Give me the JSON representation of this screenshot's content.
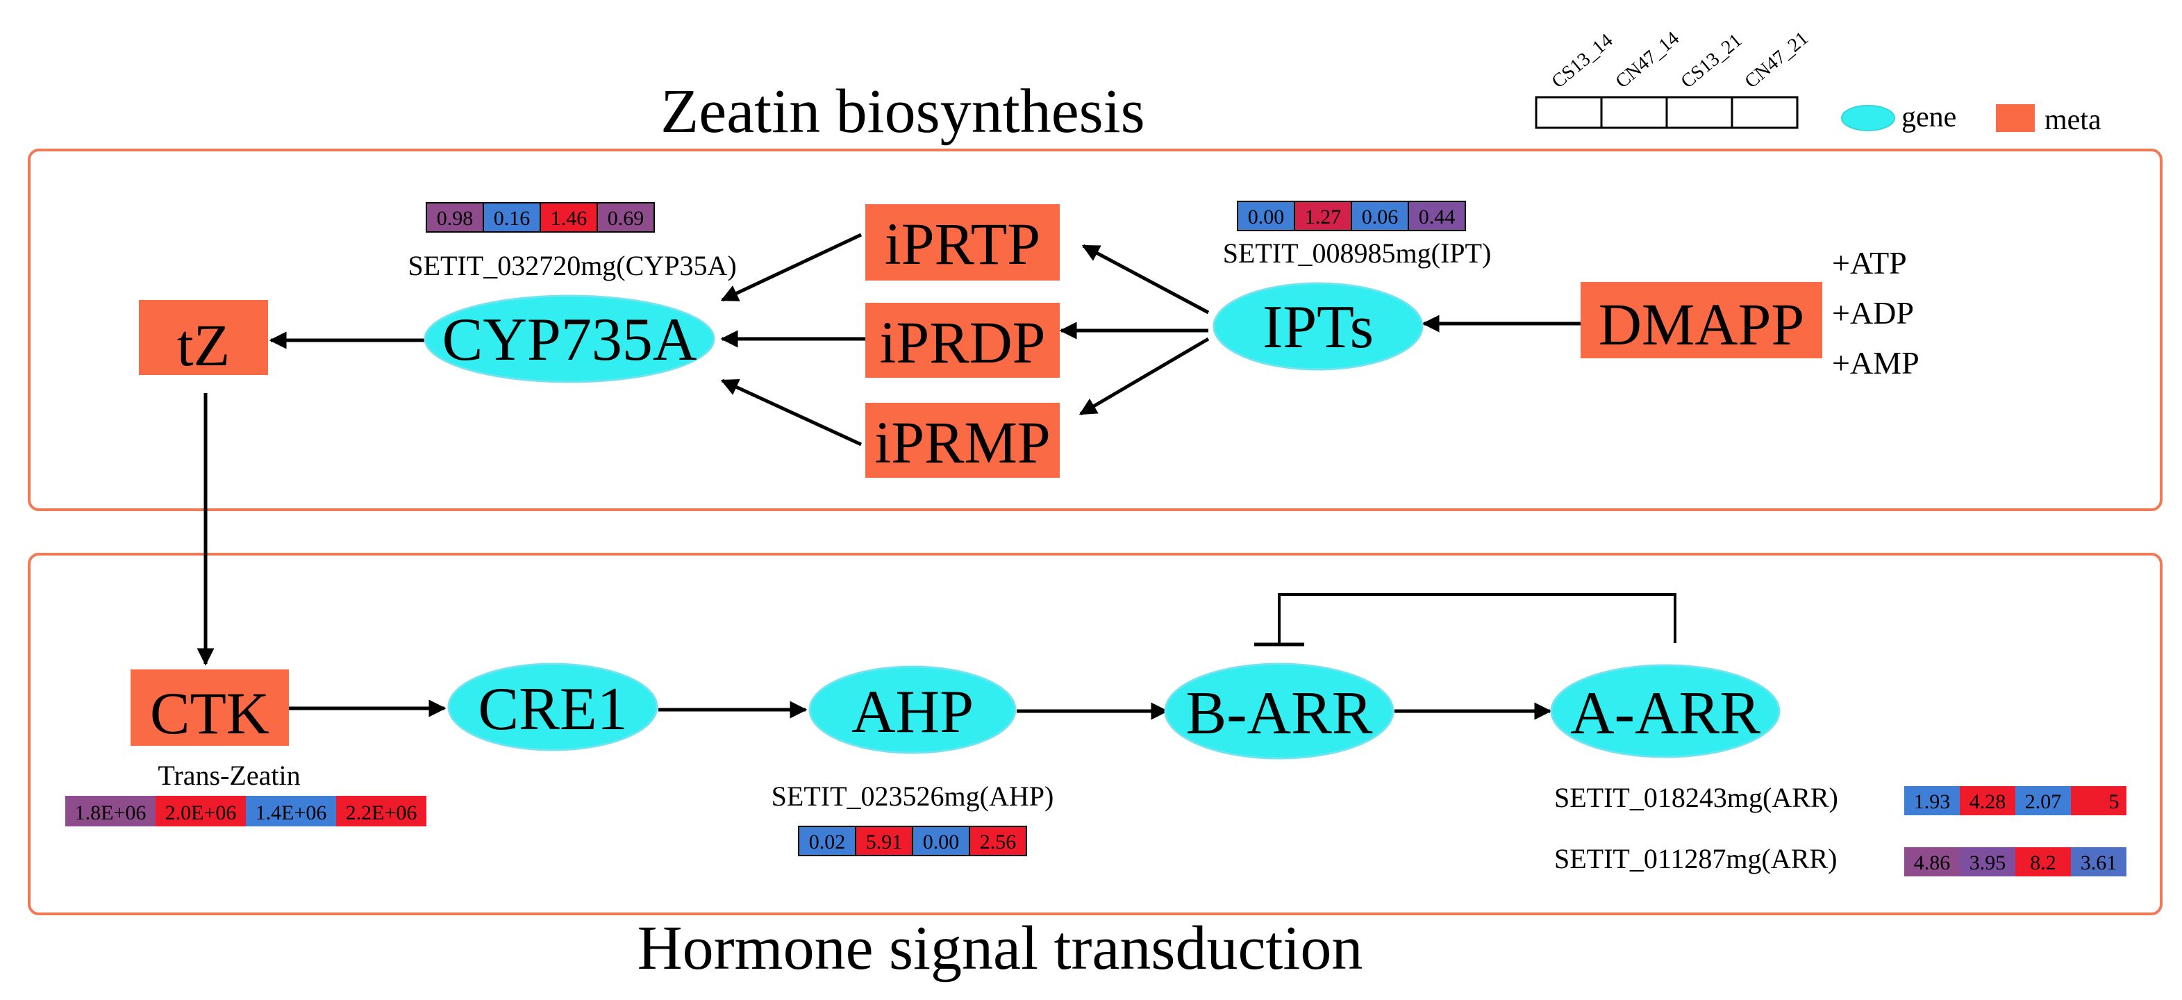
{
  "titles": {
    "top": "Zeatin biosynthesis",
    "bottom": "Hormone signal transduction"
  },
  "legend": {
    "samples": [
      "CS13_14",
      "CN47_14",
      "CS13_21",
      "CN47_21"
    ],
    "gene_label": "gene",
    "meta_label": "meta",
    "gene_color": "#33eef0",
    "meta_color": "#fa6a45"
  },
  "colors": {
    "frame": "#f07a55",
    "red": "#ef1a2a",
    "blue": "#3f7ed6",
    "purple": "#8f4c8c",
    "crimson": "#d2224a",
    "steel": "#4f6fc4",
    "violet": "#7d4f9e"
  },
  "metabolites": {
    "tz": "tZ",
    "iprtp": "iPRTP",
    "iprdp": "iPRDP",
    "iprmp": "iPRMP",
    "dmapp": "DMAPP",
    "ctk": "CTK"
  },
  "genes": {
    "cyp735a": "CYP735A",
    "ipts": "IPTs",
    "cre1": "CRE1",
    "ahp": "AHP",
    "barr": "B-ARR",
    "aarr": "A-ARR"
  },
  "cofactors": [
    "+ATP",
    "+ADP",
    "+AMP"
  ],
  "labels": {
    "cyp": "SETIT_032720mg(CYP35A)",
    "ipt": "SETIT_008985mg(IPT)",
    "transzeatin": "Trans-Zeatin",
    "ahp": "SETIT_023526mg(AHP)",
    "arr1": "SETIT_018243mg(ARR)",
    "arr2": "SETIT_011287mg(ARR)"
  },
  "heatmaps": {
    "cyp": [
      "0.98",
      "0.16",
      "1.46",
      "0.69"
    ],
    "ipt": [
      "0.00",
      "1.27",
      "0.06",
      "0.44"
    ],
    "transzeatin": [
      "1.8E+06",
      "2.0E+06",
      "1.4E+06",
      "2.2E+06"
    ],
    "ahp": [
      "0.02",
      "5.91",
      "0.00",
      "2.56"
    ],
    "arr1": [
      "1.93",
      "4.28",
      "2.07",
      "5"
    ],
    "arr2": [
      "4.86",
      "3.95",
      "8.2",
      "3.61"
    ]
  }
}
